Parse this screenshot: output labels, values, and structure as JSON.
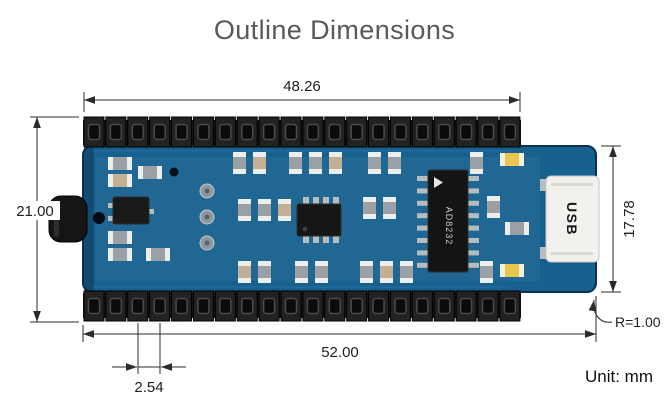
{
  "title": "Outline Dimensions",
  "unit_label": "Unit: mm",
  "dimensions": {
    "top_width": "48.26",
    "left_height": "21.00",
    "right_height": "17.78",
    "bottom_width": "52.00",
    "pin_pitch": "2.54",
    "corner_radius": "R=1.00"
  },
  "board": {
    "usb_label": "USB",
    "ic_label": "AD8232"
  },
  "colors": {
    "pcb": "#17618f",
    "pcb_border": "#0b3152",
    "header": "#181818",
    "dimension_line": "#2b2b2b",
    "title_text": "#58595b",
    "usb_shell": "#f2f1ee",
    "led_yellow": "#e7c64b"
  }
}
